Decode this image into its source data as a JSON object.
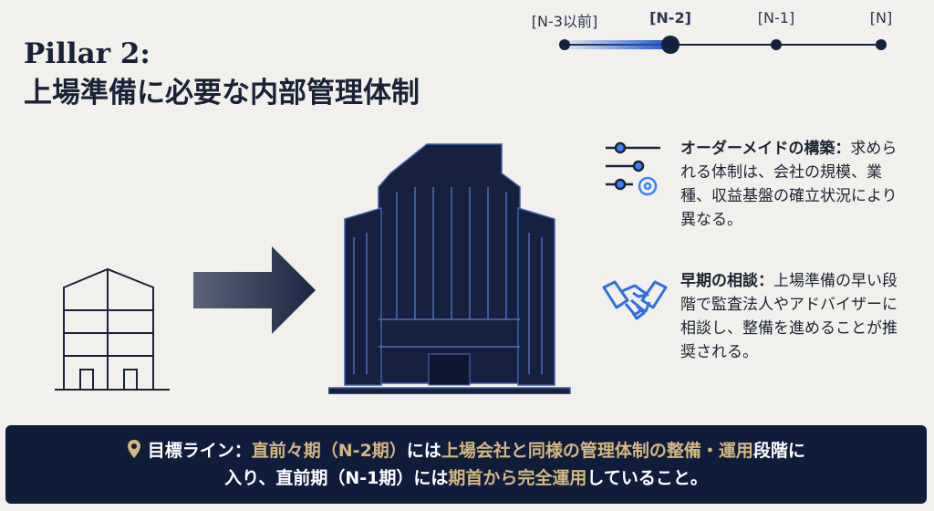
{
  "title": {
    "line1": "Pillar 2:",
    "line2": "上場準備に必要な内部管理体制"
  },
  "timeline": {
    "stages": [
      "[N-3以前]",
      "[N-2]",
      "[N-1]",
      "[N]"
    ],
    "current_index": 1,
    "colors": {
      "progress": "#2f6fe0",
      "node": "#14213d"
    }
  },
  "points": [
    {
      "icon": "sliders-gear-icon",
      "heading": "オーダーメイドの構築",
      "sep": "：",
      "body": "求められる体制は、会社の規模、業種、収益基盤の確立状況により異なる。"
    },
    {
      "icon": "handshake-icon",
      "heading": "早期の相談",
      "sep": "：",
      "body": "上場準備の早い段階で監査法人やアドバイザーに相談し、整備を進めることが推奨される。"
    }
  ],
  "banner": {
    "icon": "location-pin-icon",
    "label": "目標ライン：",
    "s1": "直前々期（N-2期）",
    "s2": "には",
    "s3": "上場会社と同様の管理体制の整備・運用",
    "s4": "段階に",
    "s5": "入り、直前期（N-1期）には",
    "s6": "期首から完全運用",
    "s7": "していること。",
    "colors": {
      "background": "#0f1d3b",
      "highlight": "#d4b680"
    }
  }
}
